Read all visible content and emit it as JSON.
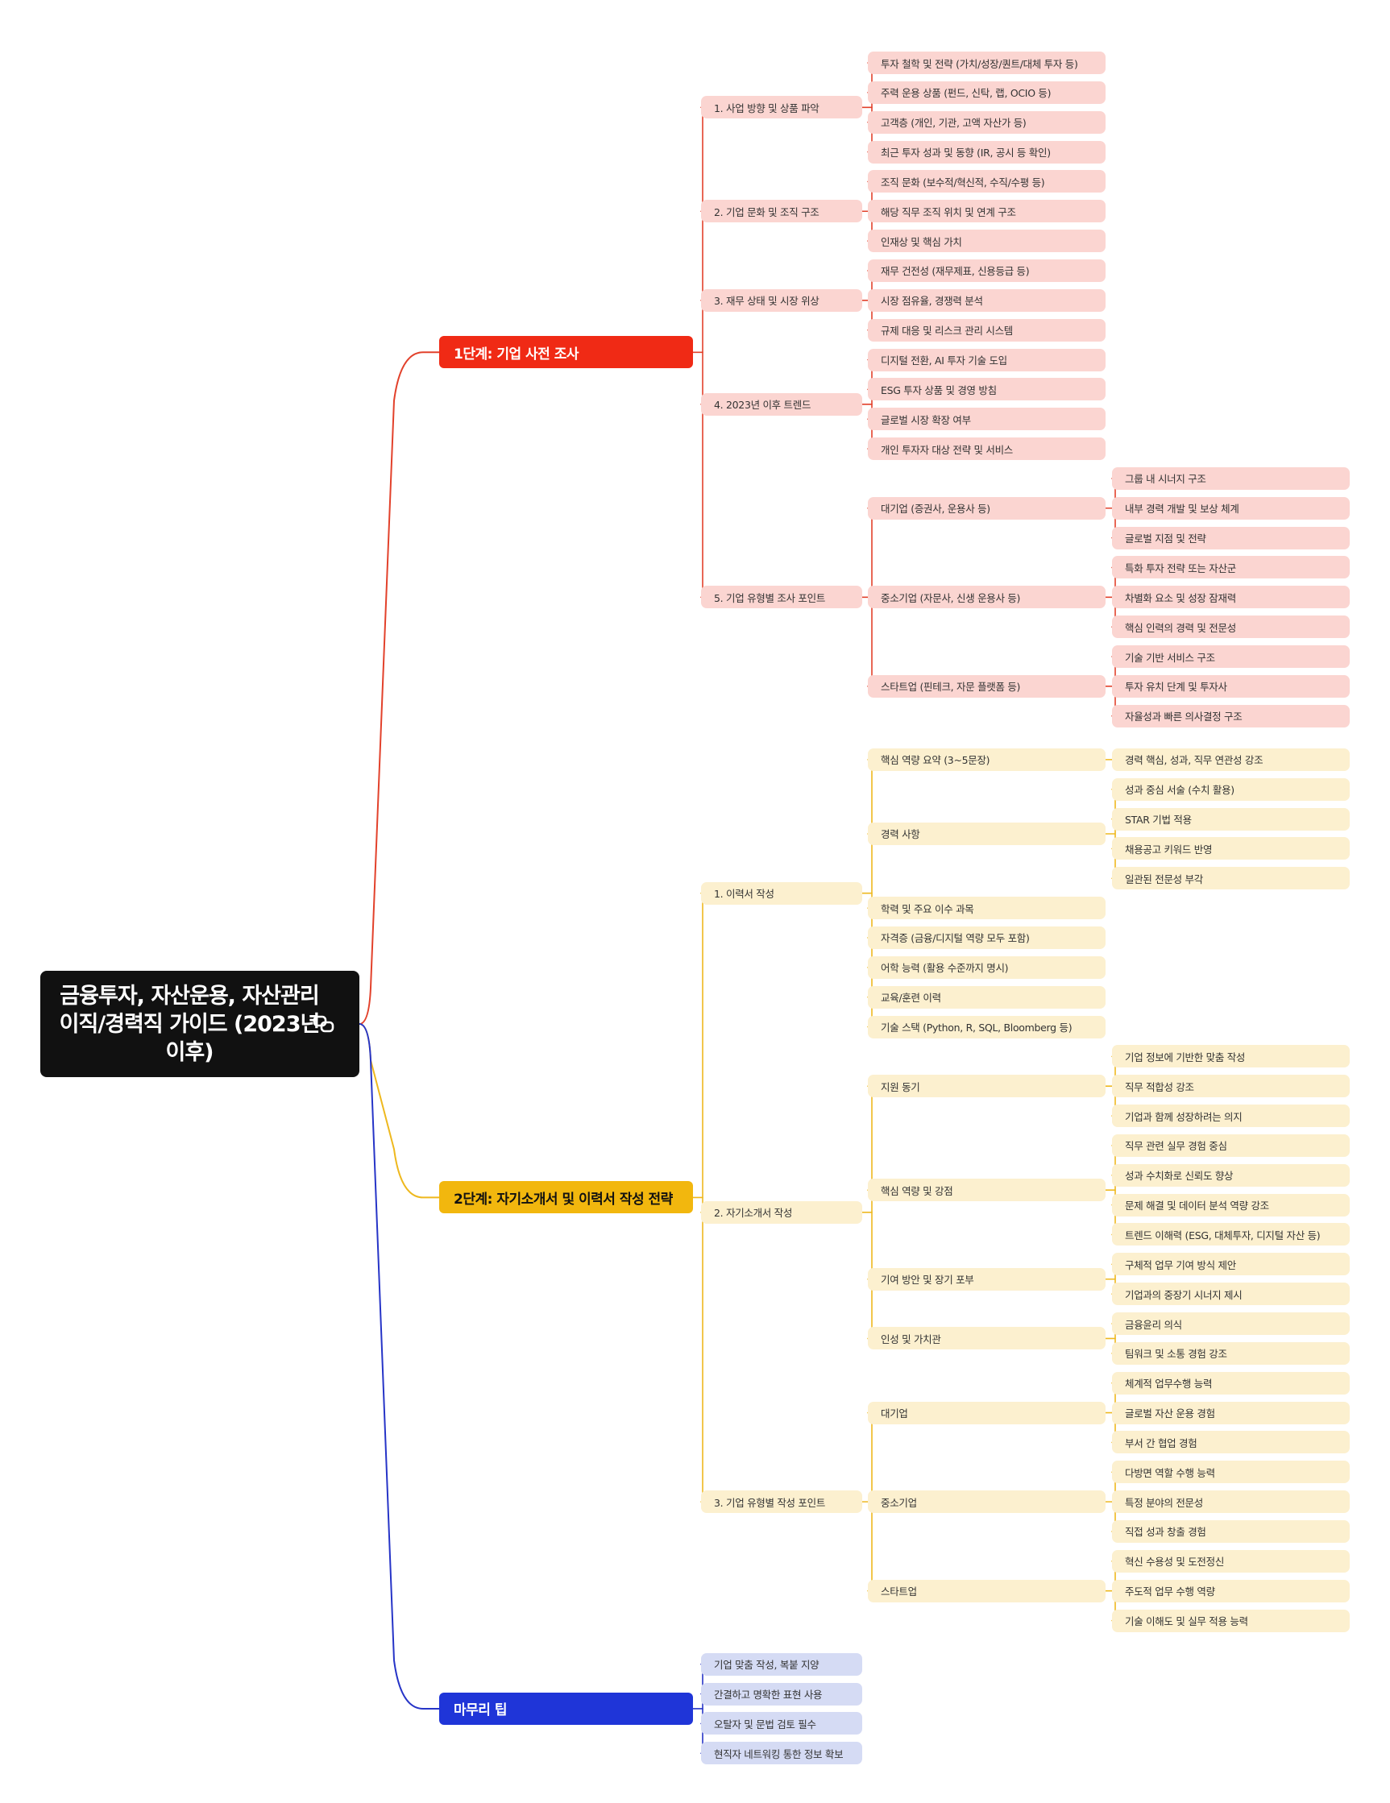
{
  "root": {
    "title": "금융투자, 자산운용, 자산관리 이직/경력직 가이드 (2023년 이후)",
    "icon": "link-icon"
  },
  "colors": {
    "red": {
      "wire": "#e2412b",
      "main": "#f02a15",
      "fill": "#fbd5d1"
    },
    "yellow": {
      "wire": "#eeb81e",
      "main": "#f2b70e",
      "fill": "#fcf0cf"
    },
    "blue": {
      "wire": "#2634c7",
      "main": "#1f35d8",
      "fill": "#d5dbf4"
    },
    "root": "#111111"
  },
  "stages": [
    {
      "label": "1단계: 기업 사전 조사",
      "color": "red",
      "children": [
        {
          "label": "1. 사업 방향 및 상품 파악",
          "children": [
            {
              "label": "투자 철학 및 전략 (가치/성장/퀀트/대체 투자 등)"
            },
            {
              "label": "주력 운용 상품 (펀드, 신탁, 랩, OCIO 등)"
            },
            {
              "label": "고객층 (개인, 기관, 고액 자산가 등)"
            },
            {
              "label": "최근 투자 성과 및 동향 (IR, 공시 등 확인)"
            }
          ]
        },
        {
          "label": "2. 기업 문화 및 조직 구조",
          "children": [
            {
              "label": "조직 문화 (보수적/혁신적, 수직/수평 등)"
            },
            {
              "label": "해당 직무 조직 위치 및 연계 구조"
            },
            {
              "label": "인재상 및 핵심 가치"
            }
          ]
        },
        {
          "label": "3. 재무 상태 및 시장 위상",
          "children": [
            {
              "label": "재무 건전성 (재무제표, 신용등급 등)"
            },
            {
              "label": "시장 점유율, 경쟁력 분석"
            },
            {
              "label": "규제 대응 및 리스크 관리 시스템"
            }
          ]
        },
        {
          "label": "4. 2023년 이후 트렌드",
          "children": [
            {
              "label": "디지털 전환, AI 투자 기술 도입"
            },
            {
              "label": "ESG 투자 상품 및 경영 방침"
            },
            {
              "label": "글로벌 시장 확장 여부"
            },
            {
              "label": "개인 투자자 대상 전략 및 서비스"
            }
          ]
        },
        {
          "label": "5. 기업 유형별 조사 포인트",
          "children": [
            {
              "label": "대기업 (증권사, 운용사 등)",
              "children": [
                {
                  "label": "그룹 내 시너지 구조"
                },
                {
                  "label": "내부 경력 개발 및 보상 체계"
                },
                {
                  "label": "글로벌 지점 및 전략"
                }
              ]
            },
            {
              "label": "중소기업 (자문사, 신생 운용사 등)",
              "children": [
                {
                  "label": "특화 투자 전략 또는 자산군"
                },
                {
                  "label": "차별화 요소 및 성장 잠재력"
                },
                {
                  "label": "핵심 인력의 경력 및 전문성"
                }
              ]
            },
            {
              "label": "스타트업 (핀테크, 자문 플랫폼 등)",
              "children": [
                {
                  "label": "기술 기반 서비스 구조"
                },
                {
                  "label": "투자 유치 단계 및 투자사"
                },
                {
                  "label": "자율성과 빠른 의사결정 구조"
                }
              ]
            }
          ]
        }
      ]
    },
    {
      "label": "2단계: 자기소개서 및 이력서 작성 전략",
      "color": "yellow",
      "children": [
        {
          "label": "1. 이력서 작성",
          "children": [
            {
              "label": "핵심 역량 요약 (3~5문장)",
              "children": [
                {
                  "label": "경력 핵심, 성과, 직무 연관성 강조"
                }
              ]
            },
            {
              "label": "경력 사항",
              "children": [
                {
                  "label": "성과 중심 서술 (수치 활용)"
                },
                {
                  "label": "STAR 기법 적용"
                },
                {
                  "label": "채용공고 키워드 반영"
                },
                {
                  "label": "일관된 전문성 부각"
                }
              ]
            },
            {
              "label": "학력 및 주요 이수 과목"
            },
            {
              "label": "자격증 (금융/디지털 역량 모두 포함)"
            },
            {
              "label": "어학 능력 (활용 수준까지 명시)"
            },
            {
              "label": "교육/훈련 이력"
            },
            {
              "label": "기술 스택 (Python, R, SQL, Bloomberg 등)"
            }
          ]
        },
        {
          "label": "2. 자기소개서 작성",
          "children": [
            {
              "label": "지원 동기",
              "children": [
                {
                  "label": "기업 정보에 기반한 맞춤 작성"
                },
                {
                  "label": "직무 적합성 강조"
                },
                {
                  "label": "기업과 함께 성장하려는 의지"
                }
              ]
            },
            {
              "label": "핵심 역량 및 강점",
              "children": [
                {
                  "label": "직무 관련 실무 경험 중심"
                },
                {
                  "label": "성과 수치화로 신뢰도 향상"
                },
                {
                  "label": "문제 해결 및 데이터 분석 역량 강조"
                },
                {
                  "label": "트렌드 이해력 (ESG, 대체투자, 디지털 자산 등)"
                }
              ]
            },
            {
              "label": "기여 방안 및 장기 포부",
              "children": [
                {
                  "label": "구체적 업무 기여 방식 제안"
                },
                {
                  "label": "기업과의 중장기 시너지 제시"
                }
              ]
            },
            {
              "label": "인성 및 가치관",
              "children": [
                {
                  "label": "금융윤리 의식"
                },
                {
                  "label": "팀워크 및 소통 경험 강조"
                }
              ]
            }
          ]
        },
        {
          "label": "3. 기업 유형별 작성 포인트",
          "children": [
            {
              "label": "대기업",
              "children": [
                {
                  "label": "체계적 업무수행 능력"
                },
                {
                  "label": "글로벌 자산 운용 경험"
                },
                {
                  "label": "부서 간 협업 경험"
                }
              ]
            },
            {
              "label": "중소기업",
              "children": [
                {
                  "label": "다방면 역할 수행 능력"
                },
                {
                  "label": "특정 분야의 전문성"
                },
                {
                  "label": "직접 성과 창출 경험"
                }
              ]
            },
            {
              "label": "스타트업",
              "children": [
                {
                  "label": "혁신 수용성 및 도전정신"
                },
                {
                  "label": "주도적 업무 수행 역량"
                },
                {
                  "label": "기술 이해도 및 실무 적용 능력"
                }
              ]
            }
          ]
        }
      ]
    },
    {
      "label": "마무리 팁",
      "color": "blue",
      "children": [
        {
          "label": "기업 맞춤 작성, 복붙 지양"
        },
        {
          "label": "간결하고 명확한 표현 사용"
        },
        {
          "label": "오탈자 및 문법 검토 필수"
        },
        {
          "label": "현직자 네트워킹 통한 정보 확보"
        }
      ]
    }
  ]
}
